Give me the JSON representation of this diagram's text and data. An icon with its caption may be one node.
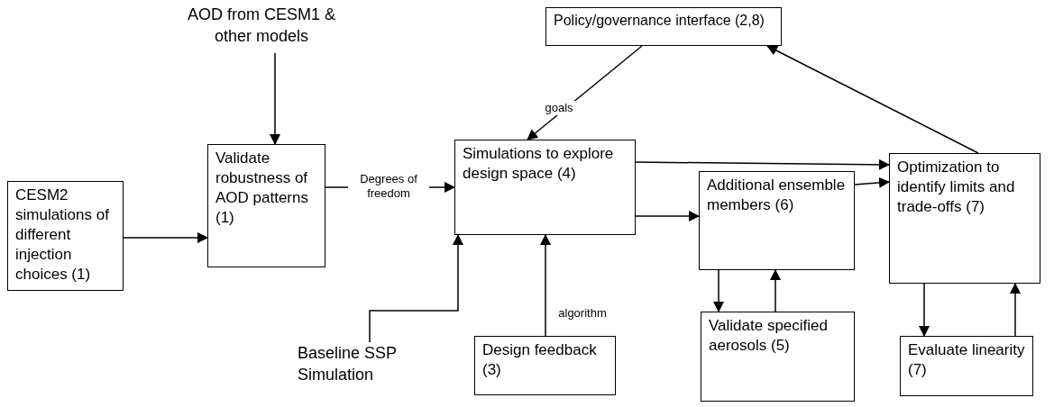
{
  "diagram": {
    "nodes": [
      {
        "text": [
          "CESM2 simulations of different injection choices (1)"
        ]
      },
      {
        "text": [
          "AOD from CESM1 & other models"
        ]
      },
      {
        "text": [
          "Validate robustness of AOD patterns (1)"
        ]
      },
      {
        "text": [
          "Simulations to explore design space (4)"
        ]
      },
      {
        "text": [
          "Policy/governance interface (2,8)"
        ]
      },
      {
        "text": [
          "Additional ensemble members (6)"
        ]
      },
      {
        "text": [
          "Optimization to identify limits and trade-offs (7)"
        ]
      },
      {
        "text": [
          "Baseline SSP Simulation"
        ]
      },
      {
        "text": [
          "Design feedback (3)"
        ]
      },
      {
        "text": [
          "Validate specified aerosols (5)"
        ]
      },
      {
        "text": [
          "Evaluate linearity (7)"
        ]
      }
    ],
    "edges": [
      {
        "from": 0,
        "to": 2,
        "arrow": "to"
      },
      {
        "from": 1,
        "to": 2,
        "arrow": "to"
      },
      {
        "from": 2,
        "to": 3,
        "arrow": "to",
        "label": "Degrees of freedom"
      },
      {
        "from": 4,
        "to": 3,
        "arrow": "to",
        "label": "goals"
      },
      {
        "from": 3,
        "to": 6,
        "arrow": "to"
      },
      {
        "from": 3,
        "to": 5,
        "arrow": "to"
      },
      {
        "from": 5,
        "to": 6,
        "arrow": "to"
      },
      {
        "from": 6,
        "to": 4,
        "arrow": "to"
      },
      {
        "from": 7,
        "to": 3,
        "arrow": "to"
      },
      {
        "from": 8,
        "to": 3,
        "arrow": "to",
        "label": "algorithm"
      },
      {
        "from": 5,
        "to": 9,
        "arrow": "to"
      },
      {
        "from": 9,
        "to": 5,
        "arrow": "to"
      },
      {
        "from": 6,
        "to": 10,
        "arrow": "to"
      },
      {
        "from": 10,
        "to": 6,
        "arrow": "to"
      }
    ]
  }
}
